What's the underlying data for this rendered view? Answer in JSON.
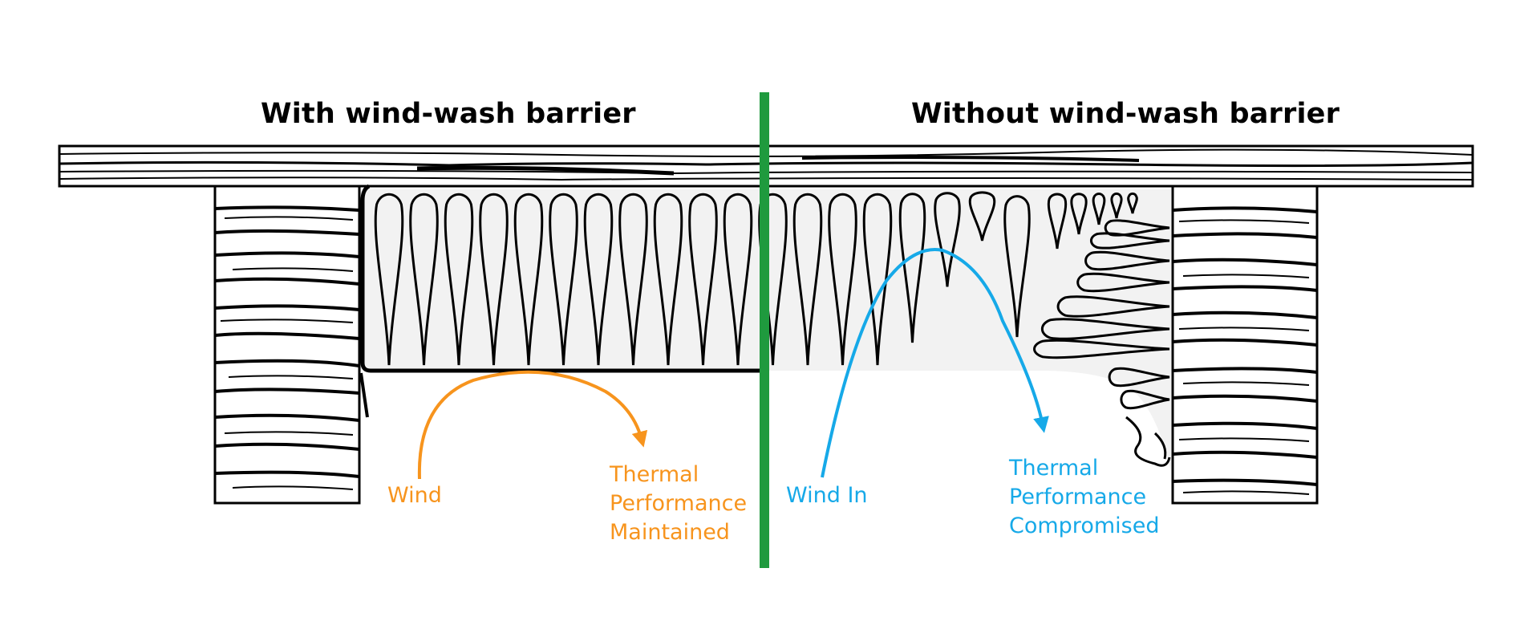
{
  "titles": {
    "left": "With wind-wash barrier",
    "right": "Without wind-wash barrier"
  },
  "labels": {
    "left_wind": "Wind",
    "left_result": "Thermal\nPerformance\nMaintained",
    "right_wind": "Wind In",
    "right_result": "Thermal\nPerformance\nCompromised"
  },
  "colors": {
    "divider": "#1f9a3e",
    "wind_with_barrier": "#f7941d",
    "wind_without_barrier": "#16a9e8",
    "insulation_fill": "#f2f2f2",
    "line": "#000000"
  }
}
